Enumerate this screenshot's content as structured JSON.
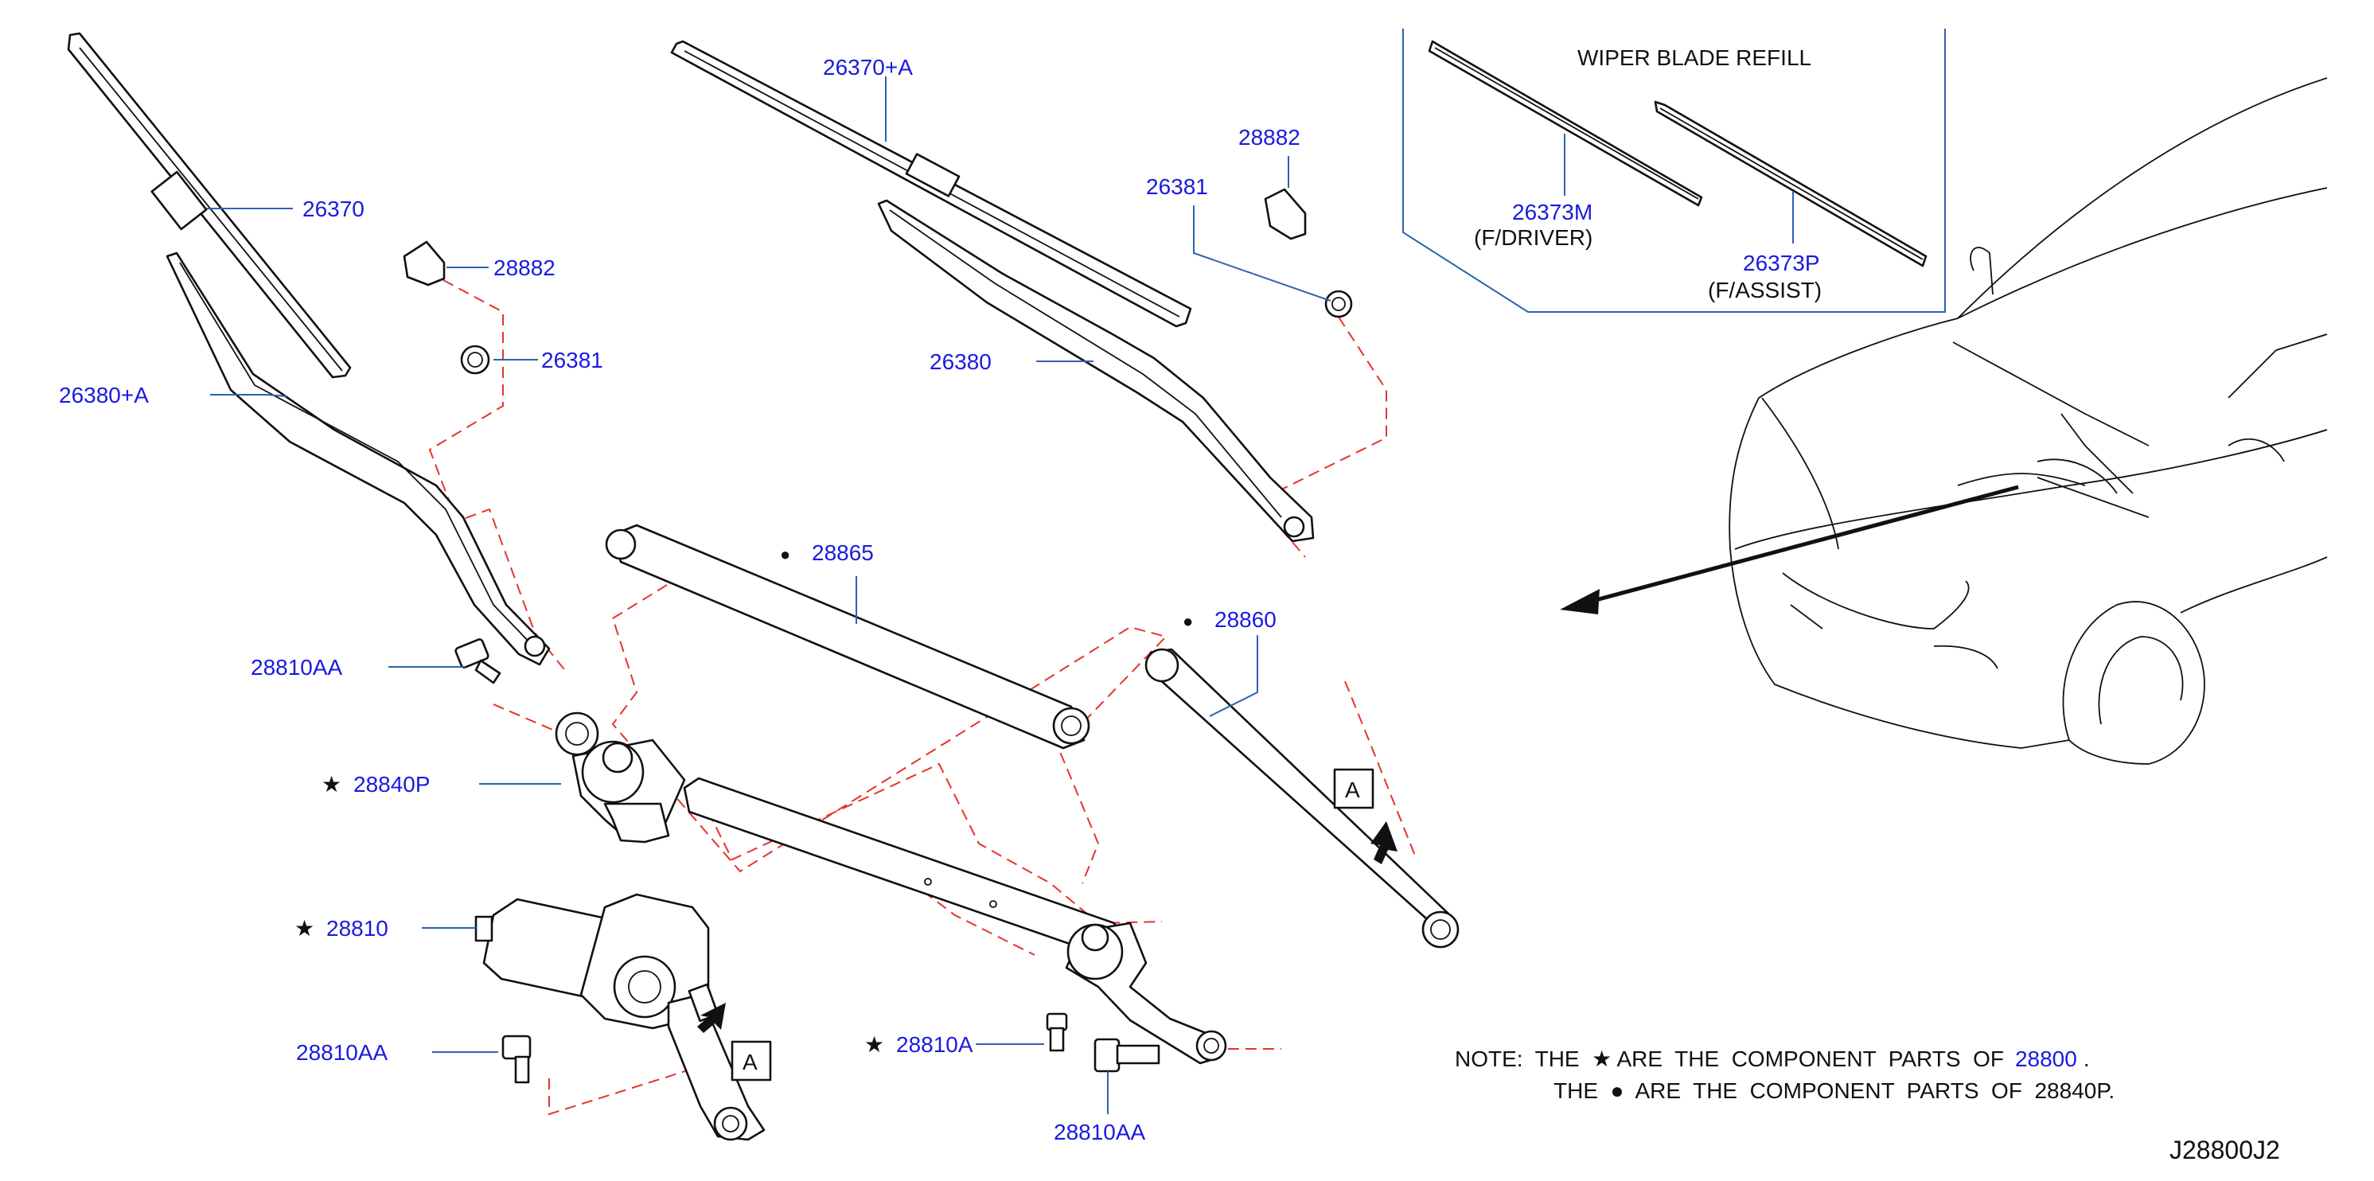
{
  "diagram_code": "J28800J2",
  "refill_box": {
    "title": "WIPER BLADE REFILL",
    "driver_part": "26373M",
    "driver_note": "(F/DRIVER)",
    "assist_part": "26373P",
    "assist_note": "(F/ASSIST)"
  },
  "parts": {
    "blade_left": "26370",
    "blade_right": "26370+A",
    "cap_left": "28882",
    "cap_right": "28882",
    "nut_left": "26381",
    "nut_right": "26381",
    "arm_left": "26380+A",
    "arm_right": "26380",
    "bolt_upper": "28810AA",
    "link_upper": "28865",
    "link_right": "28860",
    "pivot": "28840P",
    "motor": "28810",
    "bolt_lower": "28810AA",
    "bolt_a": "28810A",
    "bolt_bottom": "28810AA"
  },
  "view_marker": "A",
  "note": {
    "line1_prefix": "NOTE:  THE  ★ ARE  THE  COMPONENT  PARTS  OF",
    "line1_ref": "28800",
    "line1_end": ".",
    "line2": "THE  ●  ARE  THE  COMPONENT  PARTS  OF  28840P."
  },
  "symbols": {
    "star": "★",
    "dot": "●"
  },
  "colors": {
    "part_number": "#1a1adf",
    "leader": "#2a63b0",
    "dash": "#e8322e",
    "line": "#111111"
  }
}
